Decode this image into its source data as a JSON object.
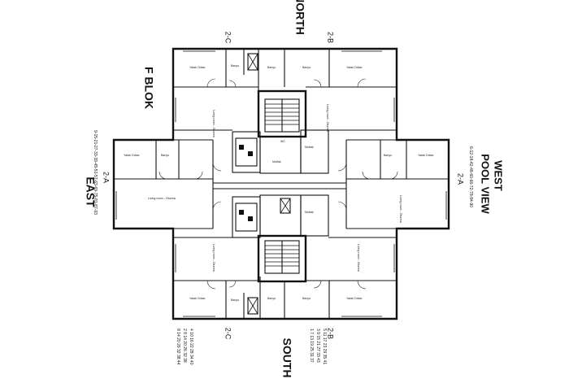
{
  "orientation": {
    "north": "NORTH",
    "south": "SOUTH",
    "east": "EAST",
    "west_line1": "WEST",
    "west_line2": "POOL VIEW"
  },
  "block_name": "F BLOK",
  "unit_tags": {
    "top_left": "2-C",
    "top_right": "2-B",
    "left": "2-A",
    "right": "2-A",
    "bottom_left": "2-C",
    "bottom_right": "2-B"
  },
  "floor_numbers": {
    "east_side": "9-15-21-27-33-39-45-51-57-63-69-75-81-87-93",
    "west_side": "6-12-18-42-48-60-66-72-78-84-90",
    "bottom_left_columns": [
      "8 14 20 26 32 38 44",
      "2 8 14 20 26 32 38",
      "4 10 16 22 28 34 40"
    ],
    "bottom_right_columns": [
      "1 7 13 19 25 31 37",
      "3 9 15 21 27 33 43",
      "5 11 17 23 29 35 41"
    ]
  },
  "room_labels": {
    "bedroom": "Yatak Odası",
    "living": "Living room - Oturma",
    "bath": "Banyo",
    "kitchen": "Mutfak",
    "wc": "WC"
  }
}
